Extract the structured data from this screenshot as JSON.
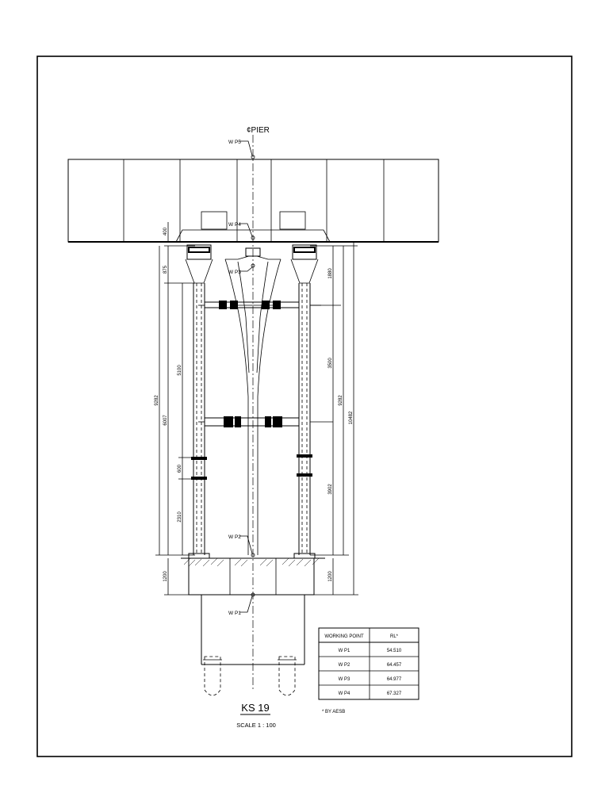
{
  "drawing": {
    "pier_label": "¢PIER",
    "title": "KS 19",
    "scale": "SCALE 1 : 100",
    "working_points": [
      "W P5",
      "W P4",
      "W P3",
      "W P2",
      "W P1"
    ],
    "dimensions": {
      "d400": "400",
      "d875": "875",
      "d9282_left": "9282",
      "d6007": "6007",
      "d5100": "5100",
      "d600": "600",
      "d2310": "2310",
      "d1200_left": "1200",
      "d1880": "1880",
      "d3500": "3500",
      "d9282_right": "9282",
      "d10482": "10482",
      "d3902": "3902",
      "d1200_right": "1200"
    }
  },
  "table": {
    "headers": [
      "WORKING POINT",
      "RL*"
    ],
    "rows": [
      [
        "W P1",
        "54.510"
      ],
      [
        "W P2",
        "64.457"
      ],
      [
        "W P3",
        "64.977"
      ],
      [
        "W P4",
        "67.327"
      ]
    ],
    "footnote": "* BY AESB"
  }
}
